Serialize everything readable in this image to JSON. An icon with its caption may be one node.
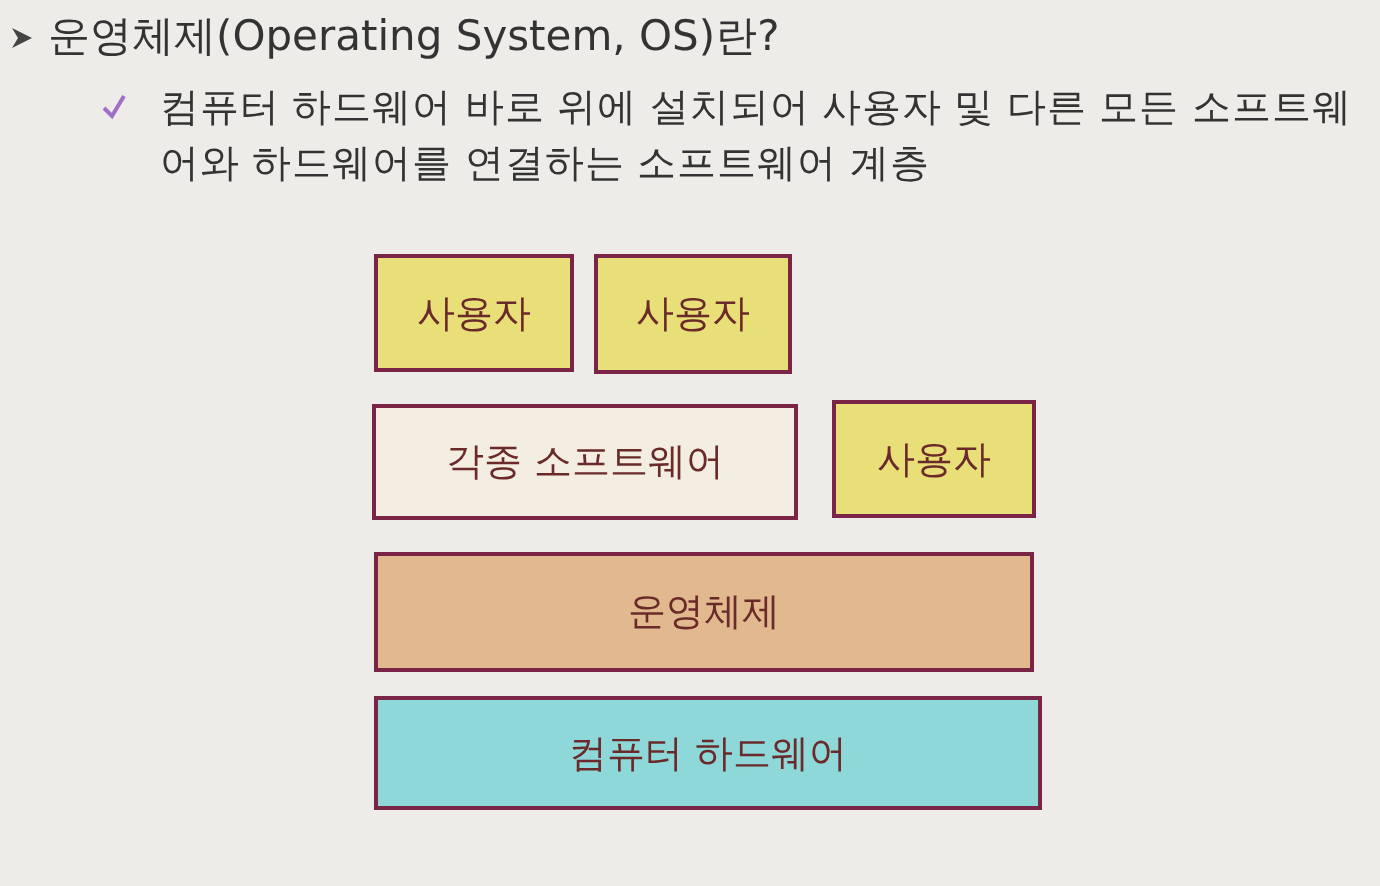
{
  "diagram": {
    "title": "운영체제(Operating System, OS)란?",
    "nodes": [
      {
        "text": [
          "사용자"
        ]
      },
      {
        "text": [
          "사용자"
        ]
      },
      {
        "text": [
          "각종 소프트웨어"
        ]
      },
      {
        "text": [
          "사용자"
        ]
      },
      {
        "text": [
          "운영체제"
        ]
      },
      {
        "text": [
          "컴퓨터 하드웨어"
        ]
      }
    ],
    "labels": [
      "컴퓨터 하드웨어 바로 위에 설치되어 사용자 및 다른 모든 소프트웨어와 하드웨어를 연결하는 소프트웨어 계층"
    ]
  }
}
